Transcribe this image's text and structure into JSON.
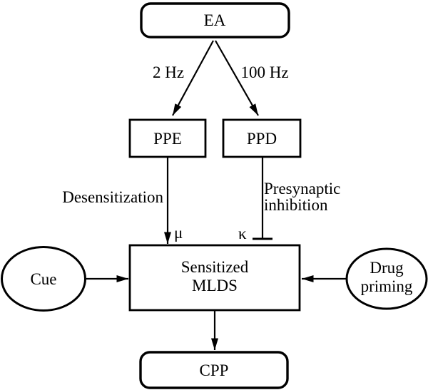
{
  "colors": {
    "background": "#ffffff",
    "stroke": "#000000",
    "text": "#000000"
  },
  "nodes": {
    "ea": {
      "label": "EA"
    },
    "ppe": {
      "label": "PPE"
    },
    "ppd": {
      "label": "PPD"
    },
    "mlds": {
      "line1": "Sensitized",
      "line2": "MLDS"
    },
    "cue": {
      "label": "Cue"
    },
    "drug": {
      "line1": "Drug",
      "line2": "priming"
    },
    "cpp": {
      "label": "CPP"
    }
  },
  "edges": {
    "ea_ppe": {
      "label": "2 Hz"
    },
    "ea_ppd": {
      "label": "100 Hz"
    },
    "ppe_mlds": {
      "label": "Desensitization",
      "symbol": "μ"
    },
    "ppd_mlds": {
      "line1": "Presynaptic",
      "line2": "inhibition",
      "symbol": "κ"
    }
  }
}
